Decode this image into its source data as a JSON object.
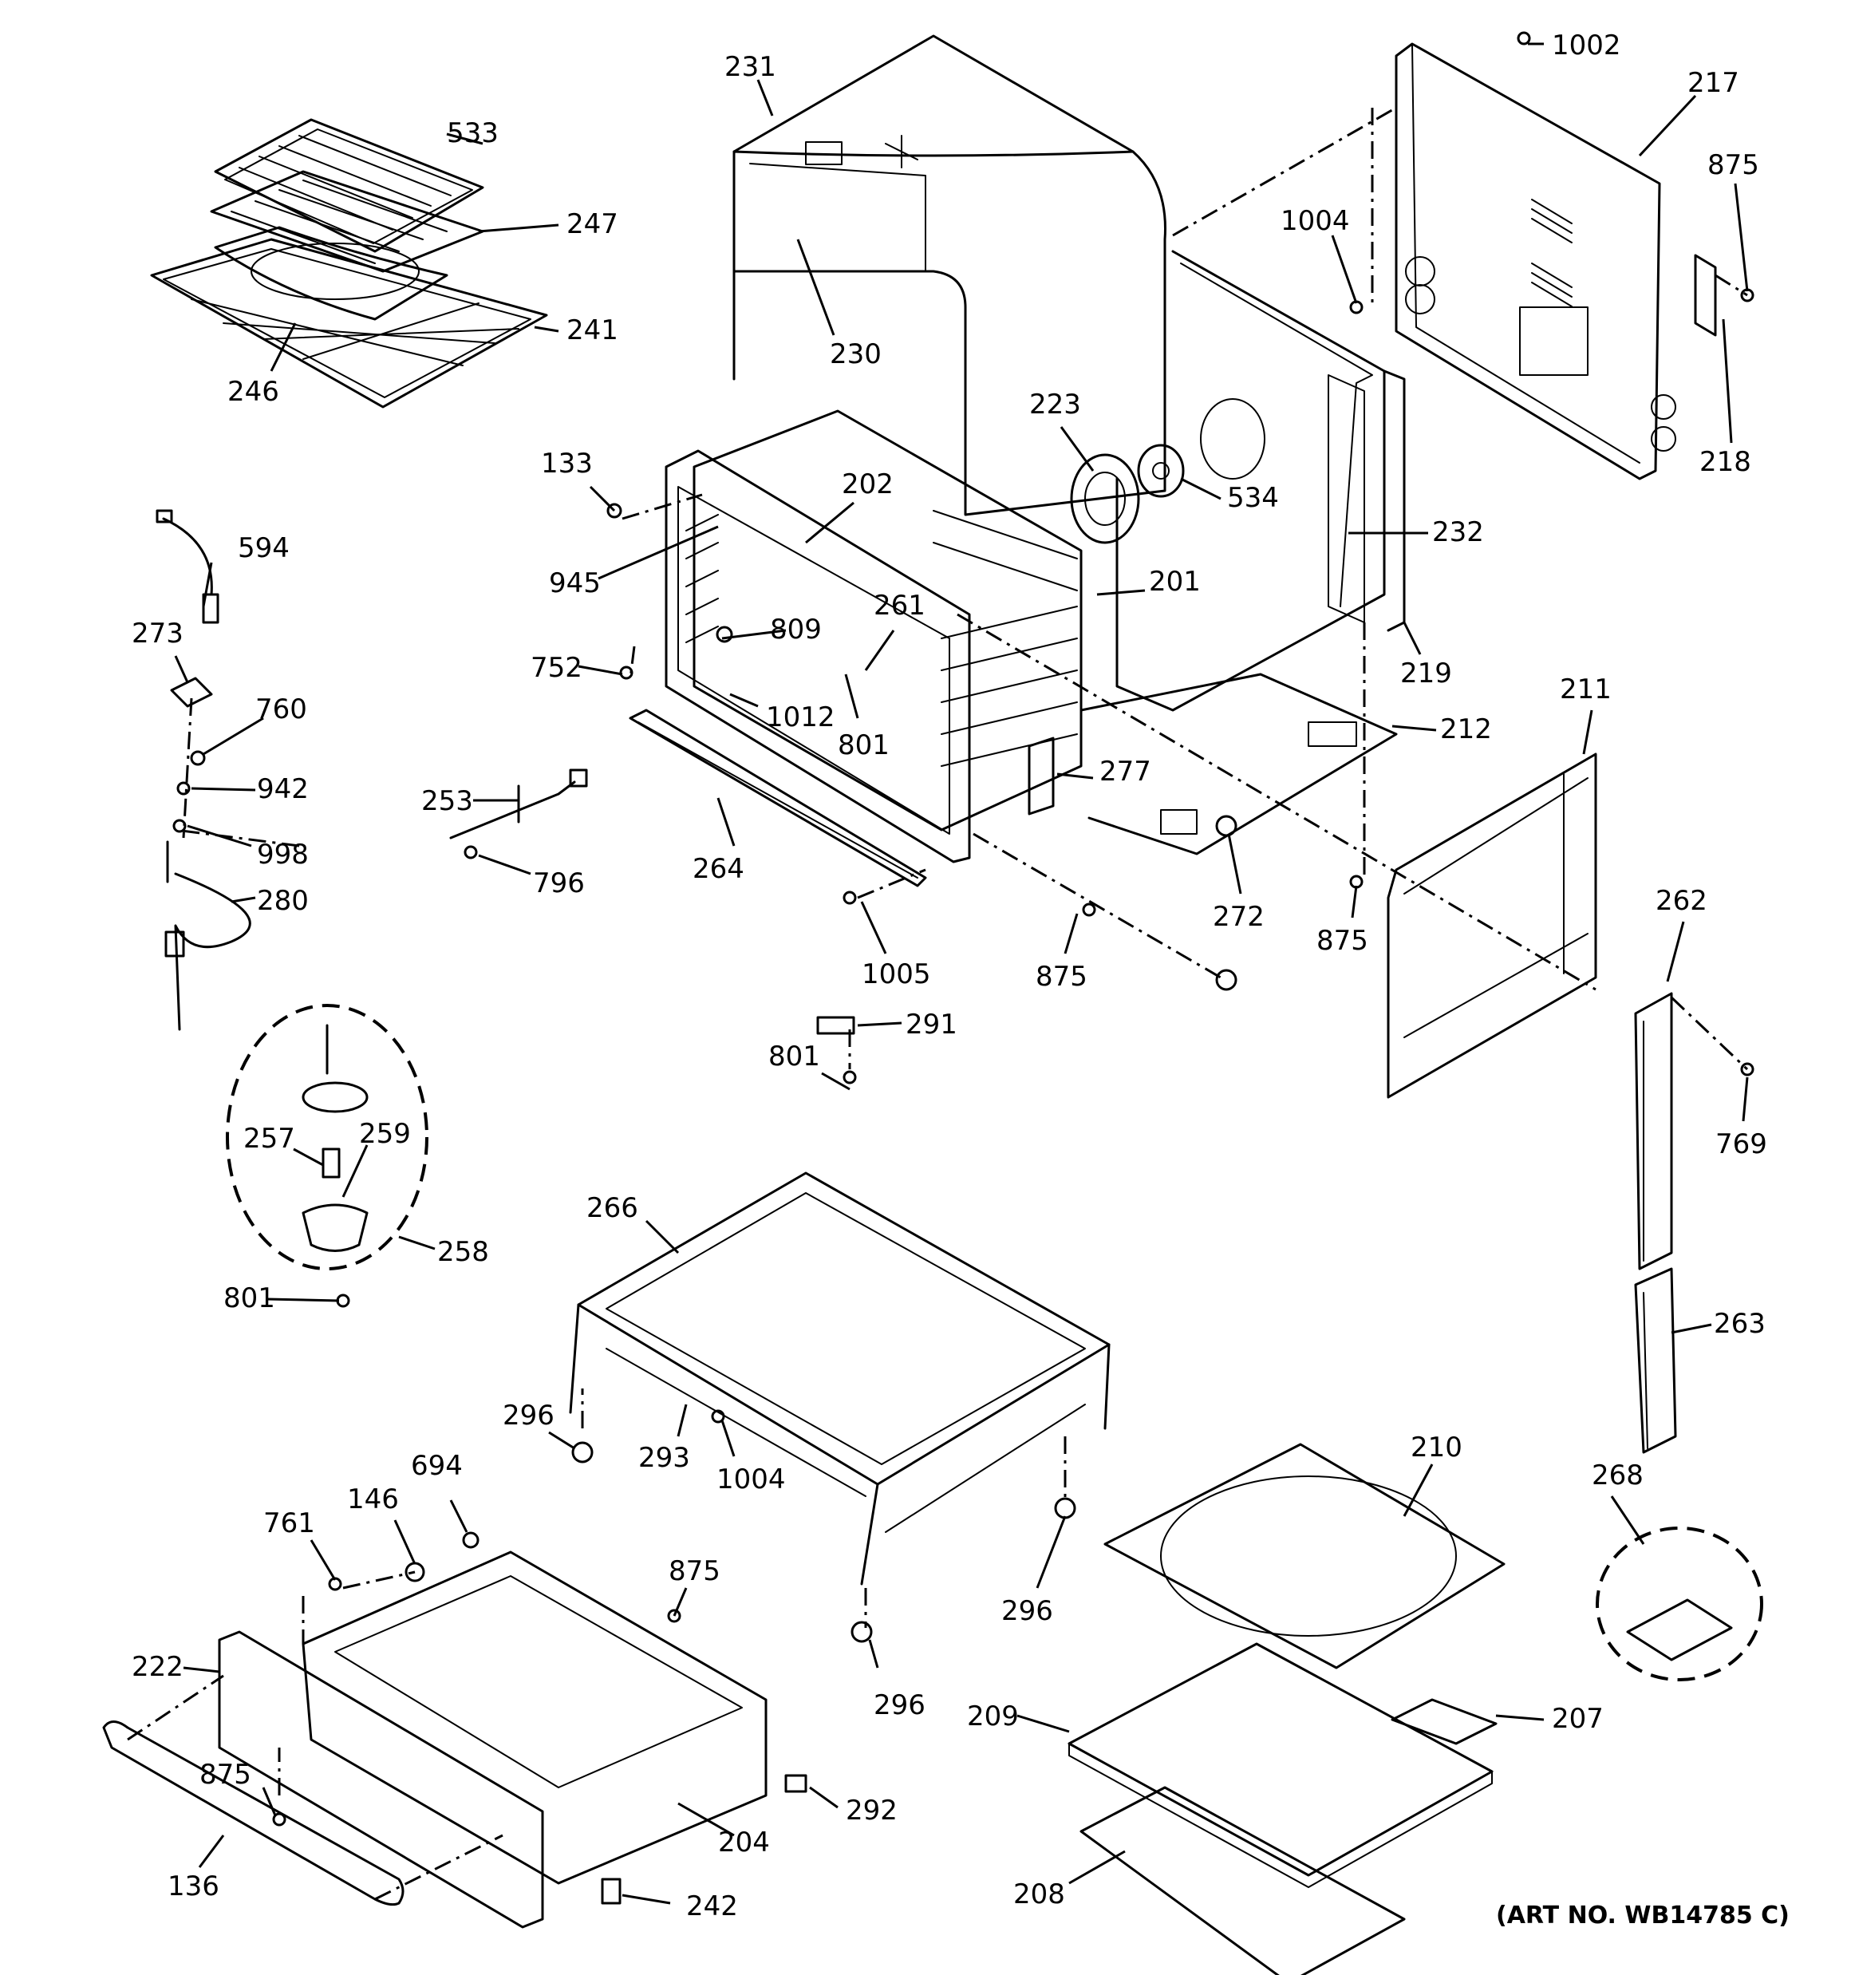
{
  "art_number": "(ART NO. WB14785 C)",
  "callouts": {
    "c533": "533",
    "c247": "247",
    "c241": "241",
    "c246": "246",
    "c231": "231",
    "c230": "230",
    "c1002": "1002",
    "c217": "217",
    "c875a": "875",
    "c1004a": "1004",
    "c218": "218",
    "c223": "223",
    "c534": "534",
    "c232": "232",
    "c133": "133",
    "c202": "202",
    "c945": "945",
    "c201": "201",
    "c261": "261",
    "c809": "809",
    "c219": "219",
    "c594": "594",
    "c273": "273",
    "c752": "752",
    "c1012": "1012",
    "c801a": "801",
    "c760": "760",
    "c212": "212",
    "c211": "211",
    "c942": "942",
    "c253": "253",
    "c277": "277",
    "c998": "998",
    "c796": "796",
    "c264": "264",
    "c280": "280",
    "c272": "272",
    "c262": "262",
    "c875b": "875",
    "c1005": "1005",
    "c875c": "875",
    "c291": "291",
    "c801b": "801",
    "c769": "769",
    "c257": "257",
    "c259": "259",
    "c266": "266",
    "c258": "258",
    "c801c": "801",
    "c263": "263",
    "c296a": "296",
    "c293": "293",
    "c694": "694",
    "c1004b": "1004",
    "c146": "146",
    "c210": "210",
    "c268": "268",
    "c761": "761",
    "c875d": "875",
    "c296b": "296",
    "c222": "222",
    "c296c": "296",
    "c209": "209",
    "c207": "207",
    "c875e": "875",
    "c292": "292",
    "c204": "204",
    "c136": "136",
    "c242": "242",
    "c208": "208"
  }
}
